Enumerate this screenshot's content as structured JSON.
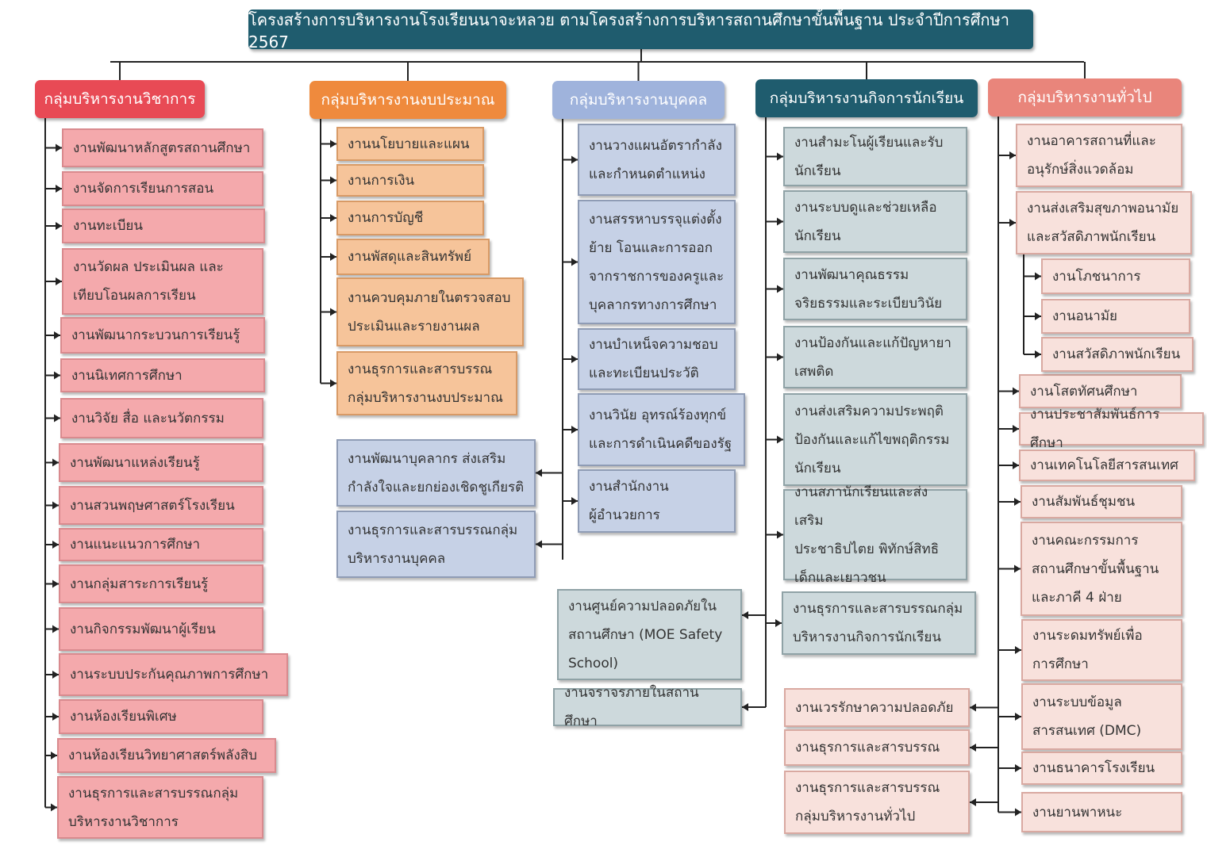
{
  "title": "โครงสร้างการบริหารงานโรงเรียนนาจะหลวย ตามโครงสร้างการบริหารสถานศึกษาขั้นพื้นฐาน ประจำปีการศึกษา 2567",
  "colors": {
    "title": "#1f5c6e",
    "academic_header": "#e84a55",
    "budget_header": "#ef8a3d",
    "personnel_header": "#9fb3dc",
    "student_header": "#1f5c6e",
    "general_header": "#e9857b",
    "line": "#222222"
  },
  "groups": {
    "academic": {
      "header": "กลุ่มบริหารงานวิชาการ",
      "items": [
        "งานพัฒนาหลักสูตรสถานศึกษา",
        "งานจัดการเรียนการสอน",
        "งานทะเบียน",
        "งานวัดผล ประเมินผล และ\nเทียบโอนผลการเรียน",
        "งานพัฒนากระบวนการเรียนรู้",
        "งานนิเทศการศึกษา",
        "งานวิจัย สื่อ และนวัตกรรม",
        "งานพัฒนาแหล่งเรียนรู้",
        "งานสวนพฤษศาสตร์โรงเรียน",
        "งานแนะแนวการศึกษา",
        "งานกลุ่มสาระการเรียนรู้",
        "งานกิจกรรมพัฒนาผู้เรียน",
        "งานระบบประกันคุณภาพการศึกษา",
        "งานห้องเรียนพิเศษ",
        "งานห้องเรียนวิทยาศาสตร์พลังสิบ",
        "งานธุรการและสารบรรณกลุ่ม\nบริหารงานวิชาการ"
      ]
    },
    "budget": {
      "header": "กลุ่มบริหารงานงบประมาณ",
      "items": [
        "งานนโยบายและแผน",
        "งานการเงิน",
        "งานการบัญชี",
        "งานพัสดุและสินทรัพย์",
        "งานควบคุมภายในตรวจสอบ\nประเมินและรายงานผล",
        "งานธุรการและสารบรรณ\nกลุ่มบริหารงานงบประมาณ"
      ]
    },
    "personnel": {
      "header": "กลุ่มบริหารงานบุคคล",
      "items": [
        "งานวางแผนอัตรากำลัง\nและกำหนดตำแหน่ง",
        "งานสรรหาบรรจุแต่งตั้ง\nย้าย โอนและการออก\nจากราชการของครูและ\nบุคลากรทางการศึกษา",
        "งานบำเหน็จความชอบ\nและทะเบียนประวัติ",
        "งานวินัย อุทรณ์ร้องทุกข์\nและการดำเนินคดีของรัฐ",
        "งานสำนักงาน\nผู้อำนวยการ"
      ],
      "left_items": [
        "งานพัฒนาบุคลากร ส่งเสริม\nกำลังใจและยกย่องเชิดชูเกียรติ",
        "งานธุรการและสารบรรณกลุ่ม\nบริหารงานบุคคล"
      ]
    },
    "student": {
      "header": "กลุ่มบริหารงานกิจการนักเรียน",
      "items": [
        "งานสำมะโนผู้เรียนและรับ\nนักเรียน",
        "งานระบบดูและช่วยเหลือ\nนักเรียน",
        "งานพัฒนาคุณธรรม\nจริยธรรมและระเบียบวินัย",
        "งานป้องกันและแก้ปัญหายา\nเสพติด",
        "งานส่งเสริมความประพฤติ\nป้องกันและแก้ไขพฤติกรรม\nนักเรียน",
        "งานสภานักเรียนและส่งเสริม\nประชาธิปไตย พิทักษ์สิทธิ\nเด็กและเยาวชน",
        "งานธุรการและสารบรรณกลุ่ม\nบริหารงานกิจการนักเรียน"
      ],
      "left_items": [
        "งานศูนย์ความปลอดภัยใน\nสถานศึกษา (MOE Safety\nSchool)",
        "งานจราจรภายในสถานศึกษา"
      ]
    },
    "general": {
      "header": "กลุ่มบริหารงานทั่วไป",
      "items": [
        "งานอาคารสถานที่และ\nอนุรักษ์สิ่งแวดล้อม",
        "งานส่งเสริมสุขภาพอนามัย\nและสวัสดิภาพนักเรียน",
        "งานโสตทัศนศึกษา",
        "งานประชาสัมพันธ์การศึกษา",
        "งานเทคโนโลยีสารสนเทศ",
        "งานสัมพันธ์ชุมชน",
        "งานคณะกรรมการ\nสถานศึกษาขั้นพื้นฐาน\nและภาคี 4 ฝ่าย",
        "งานระดมทรัพย์เพื่อ\nการศึกษา",
        "งานระบบข้อมูล\nสารสนเทศ (DMC)",
        "งานธนาคารโรงเรียน",
        "งานยานพาหนะ"
      ],
      "sub_items": [
        "งานโภชนาการ",
        "งานอนามัย",
        "งานสวัสดิภาพนักเรียน"
      ],
      "left_items": [
        "งานเวรรักษาความปลอดภัย",
        "งานธุรการและสารบรรณ",
        "งานธุรการและสารบรรณ\nกลุ่มบริหารงานทั่วไป"
      ]
    }
  }
}
